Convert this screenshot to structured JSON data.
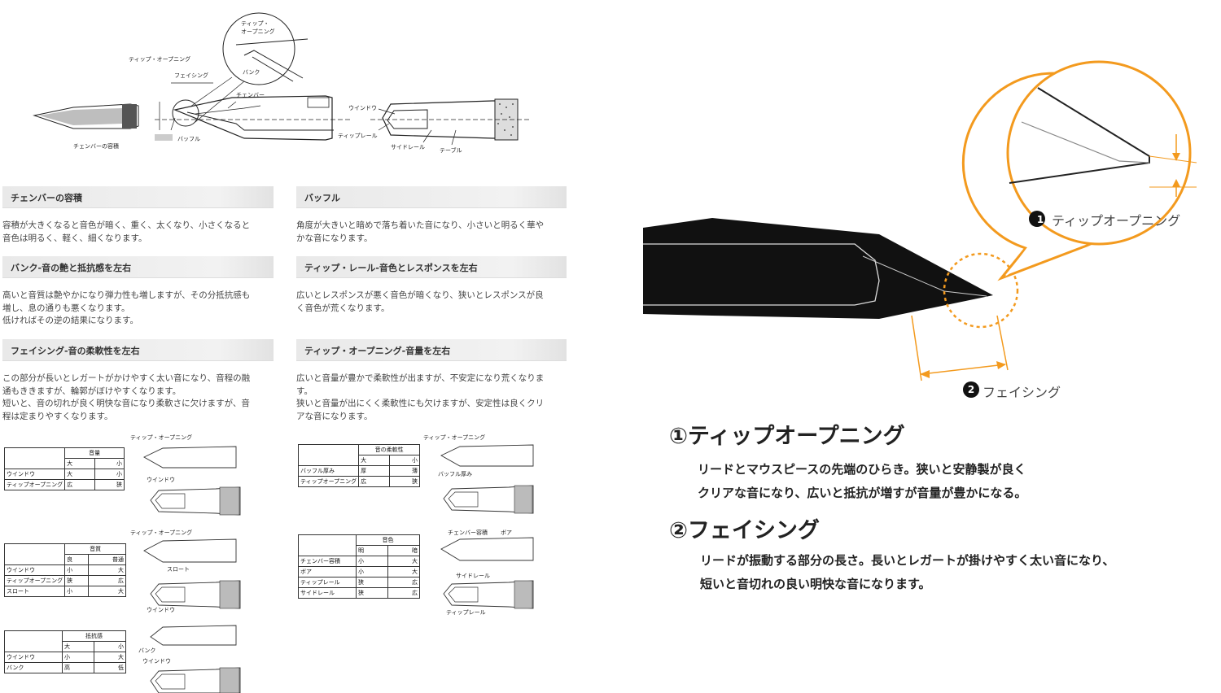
{
  "top_diagram": {
    "labels": {
      "tip_opening_inset": "ティップ・\nオープニング",
      "tip_opening": "ティップ・オープニング",
      "facing": "フェイシング",
      "bank": "バンク",
      "chamber": "チェンバー",
      "chamber_volume": "チェンバーの容積",
      "baffle": "バッフル",
      "window": "ウインドウ",
      "tip_rail": "ティップレール",
      "side_rail": "サイドレール",
      "table": "テーブル"
    }
  },
  "sections": {
    "chamber": {
      "title": "チェンバーの容積",
      "text": "容積が大きくなると音色が暗く、重く、太くなり、小さくなると\n音色は明るく、軽く、細くなります。"
    },
    "baffle": {
      "title": "バッフル",
      "text": "角度が大きいと暗めで落ち着いた音になり、小さいと明るく華や\nかな音になります。"
    },
    "bank": {
      "title": "バンク-音の艶と抵抗感を左右",
      "text": "高いと音質は艶やかになり弾力性も増しますが、その分抵抗感も\n増し、息の通りも悪くなります。\n低ければその逆の結果になります。"
    },
    "tip_rail": {
      "title": "ティップ・レール-音色とレスポンスを左右",
      "text": "広いとレスポンスが悪く音色が暗くなり、狭いとレスポンスが良\nく音色が荒くなります。"
    },
    "facing": {
      "title": "フェイシング-音の柔軟性を左右",
      "text": "この部分が長いとレガートがかけやすく太い音になり、音程の融\n通もききますが、輪郭がぼけやすくなります。\n短いと、音の切れが良く明快な音になり柔軟さに欠けますが、音\n程は定まりやすくなります。"
    },
    "tip_opening": {
      "title": "ティップ・オープニング-音量を左右",
      "text": "広いと音量が豊かで柔軟性が出ますが、不安定になり荒くなりま\nす。\n狭いと音量が出にくく柔軟性にも欠けますが、安定性は良くクリ\nアな音になります。"
    }
  },
  "tables": {
    "volume": {
      "header": "音量",
      "scale": [
        "大",
        "小"
      ],
      "rows": [
        [
          "ウインドウ",
          "大",
          "小"
        ],
        [
          "ティップオープニング",
          "広",
          "狭"
        ]
      ]
    },
    "tone_quality": {
      "header": "音質",
      "scale": [
        "良",
        "普通"
      ],
      "rows": [
        [
          "ウインドウ",
          "小",
          "大"
        ],
        [
          "ティップオープニング",
          "狭",
          "広"
        ],
        [
          "スロート",
          "小",
          "大"
        ]
      ]
    },
    "resistance": {
      "header": "抵抗感",
      "scale": [
        "大",
        "小"
      ],
      "rows": [
        [
          "ウインドウ",
          "小",
          "大"
        ],
        [
          "バンク",
          "高",
          "低"
        ]
      ]
    },
    "flexibility": {
      "header": "音の柔軟性",
      "scale": [
        "大",
        "小"
      ],
      "rows": [
        [
          "バッフル厚み",
          "厚",
          "薄"
        ],
        [
          "ティップオープニング",
          "広",
          "狭"
        ]
      ]
    },
    "tone_color": {
      "header": "音色",
      "scale": [
        "明",
        "暗"
      ],
      "rows": [
        [
          "チェンバー容積",
          "小",
          "大"
        ],
        [
          "ボア",
          "小",
          "大"
        ],
        [
          "ティップレール",
          "狭",
          "広"
        ],
        [
          "サイドレール",
          "狭",
          "広"
        ]
      ]
    }
  },
  "small_diagram_labels": {
    "tip_opening": "ティップ・オープニング",
    "window": "ウインドウ",
    "throat": "スロート",
    "baffle_thickness": "バッフル厚み",
    "chamber_volume": "チェンバー容積",
    "bore": "ボア",
    "side_rail": "サイドレール",
    "tip_rail": "ティップレール",
    "bank": "バンク"
  },
  "right_panel": {
    "callout_tip_opening": "ティップオープニング",
    "callout_facing": "フェイシング",
    "num1": "1",
    "num2": "2",
    "heading1": "①ティップオープニング",
    "body1_line1": "リードとマウスピースの先端のひらき。狭いと安静製が良く",
    "body1_line2": "クリアな音になり、広いと抵抗が増すが音量が豊かになる。",
    "heading2": "②フェイシング",
    "body2_line1": "リードが振動する部分の長さ。長いとレガートが掛けやすく太い音になり、",
    "body2_line2": "短いと音切れの良い明快な音になります。",
    "colors": {
      "accent": "#f39a1e",
      "mouthpiece": "#111111"
    }
  }
}
